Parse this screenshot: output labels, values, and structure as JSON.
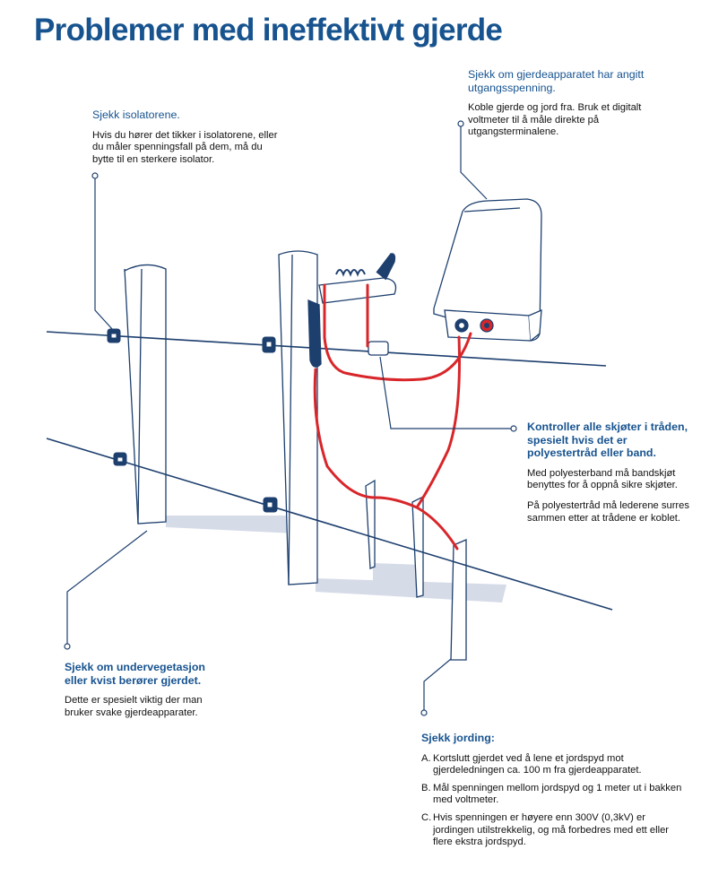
{
  "title": "Problemer med ineffektivt gjerde",
  "colors": {
    "title_blue": "#17538f",
    "wire_red": "#d8262a",
    "line_blue": "#1d3f6e",
    "shadow": "#d6dbe8"
  },
  "notes": {
    "isolators": {
      "heading": "Sjekk isolatorene.",
      "body": "Hvis du hører det tikker i isolatorene, eller du måler spenningsfall på dem, må du bytte til en sterkere isolator."
    },
    "energizer": {
      "heading": "Sjekk om gjerdeapparatet har angitt utgangsspenning.",
      "body": "Koble gjerde og jord fra. Bruk et digitalt voltmeter til å måle direkte på utgangsterminalene."
    },
    "joints": {
      "heading": "Kontroller alle skjøter i tråden, spesielt hvis det er polyestertråd eller band.",
      "body1": "Med polyesterband må bandskjøt benyttes for å oppnå sikre skjøter.",
      "body2": "På polyestertråd må lederene surres sammen etter at trådene er koblet."
    },
    "vegetation": {
      "heading": "Sjekk om undervegetasjon eller kvist berører gjerdet.",
      "body": "Dette er spesielt viktig der man bruker svake gjerdeapparater."
    },
    "grounding": {
      "heading": "Sjekk jording:",
      "items": [
        {
          "marker": "A.",
          "text": "Kortslutt gjerdet ved å lene et jordspyd mot gjerdeledningen ca. 100 m fra gjerdeapparatet."
        },
        {
          "marker": "B.",
          "text": "Mål spenningen mellom jordspyd og 1 meter ut i bakken med voltmeter."
        },
        {
          "marker": "C.",
          "text": "Hvis spenningen er høyere enn 300V (0,3kV) er jordingen utilstrekkelig, og må forbedres med ett eller flere ekstra jordspyd."
        }
      ]
    }
  }
}
